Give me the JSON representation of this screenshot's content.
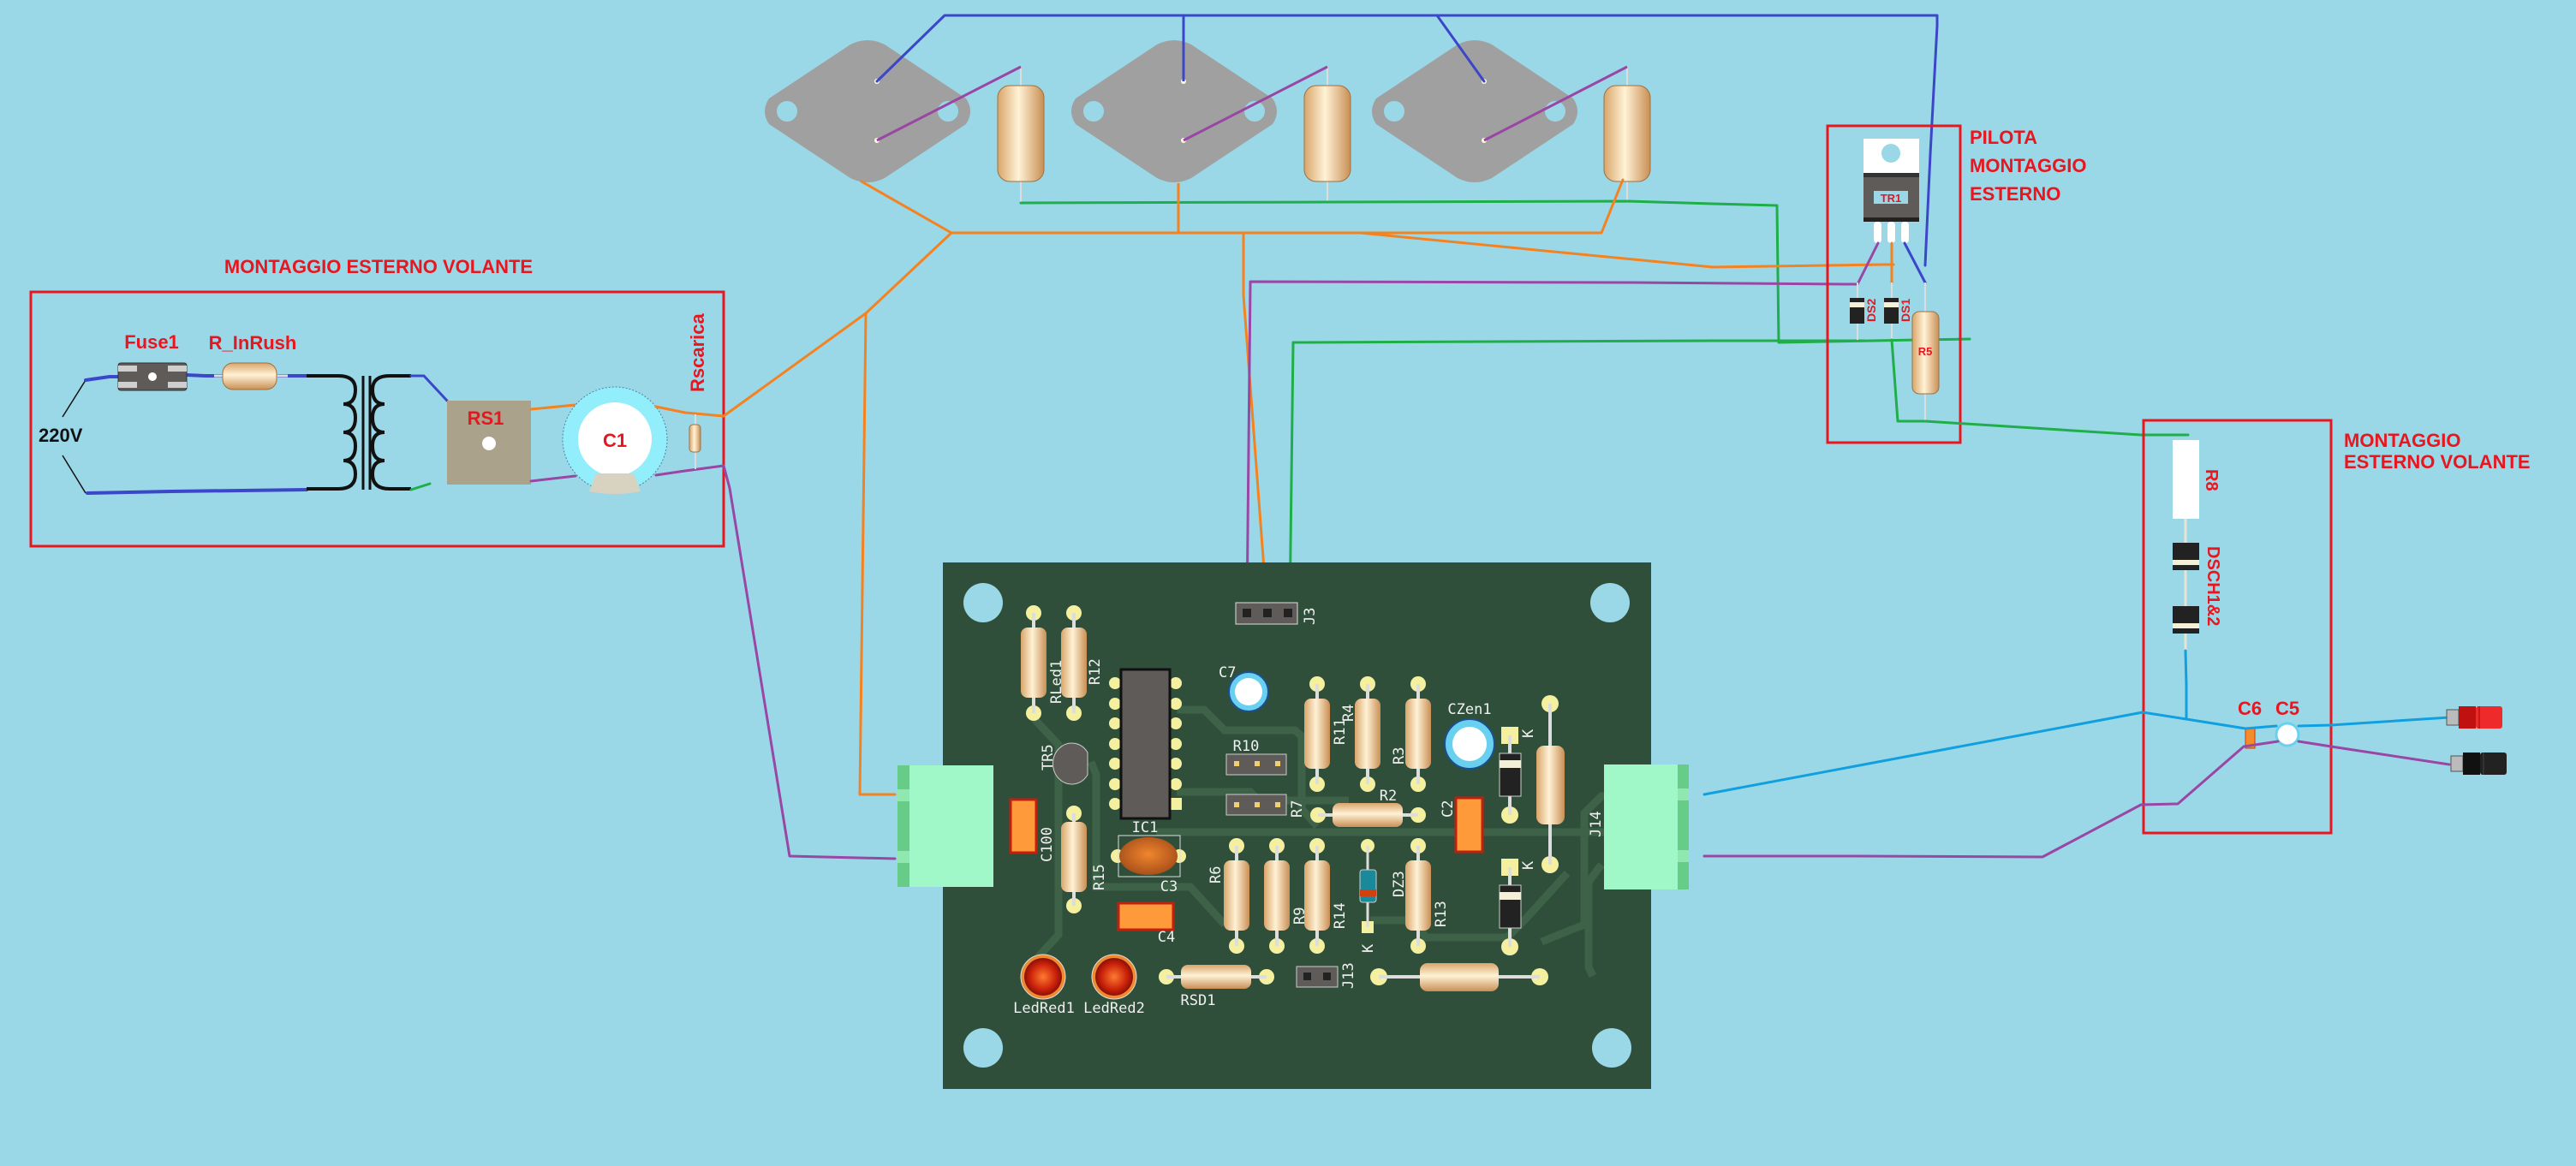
{
  "colors": {
    "background": "#9ad8e8",
    "box_outline": "#e8161f",
    "label_red": "#e8161f",
    "pcb": "#2f4f3a",
    "wire_blue": "#3c46c8",
    "wire_purple": "#9a46a4",
    "wire_orange": "#f58220",
    "wire_green": "#1fae4a",
    "wire_cyan": "#10a0e0"
  },
  "groups": {
    "left_box_title": "MONTAGGIO ESTERNO VOLANTE",
    "pilot_title_lines": [
      "PILOTA",
      "MONTAGGIO",
      "ESTERNO"
    ],
    "right_box_title_lines": [
      "MONTAGGIO",
      "ESTERNO VOLANTE"
    ]
  },
  "external_components": {
    "mains": "220V",
    "fuse": "Fuse1",
    "inrush": "R_InRush",
    "bridge": "RS1",
    "capacitor": "C1",
    "discharge_resistor": "Rscarica",
    "regulator": "TR1",
    "diode_a": "DS2",
    "diode_b": "DS1",
    "resistor_r5": "R5",
    "resistor_r8": "R8",
    "diodes_dsch": "DSCH1&2",
    "cap_c6": "C6",
    "cap_c5": "C5"
  },
  "pcb_labels": {
    "J3": "J3",
    "RLed1": "RLed1",
    "R12": "R12",
    "C7": "C7",
    "R11": "R11",
    "R4": "R4",
    "R3": "R3",
    "CZen1": "CZen1",
    "K1": "K",
    "K2": "K",
    "K3": "K",
    "TR5": "TR5",
    "IC1": "IC1",
    "R10": "R10",
    "R7": "R7",
    "R2": "R2",
    "C2": "C2",
    "C100": "C100",
    "R15": "R15",
    "C3": "C3",
    "C4": "C4",
    "R6": "R6",
    "R9": "R9",
    "R14": "R14",
    "DZ3": "DZ3",
    "R13": "R13",
    "J14": "J14",
    "LedRed1": "LedRed1",
    "LedRed2": "LedRed2",
    "RSD1": "RSD1",
    "J13": "J13"
  }
}
